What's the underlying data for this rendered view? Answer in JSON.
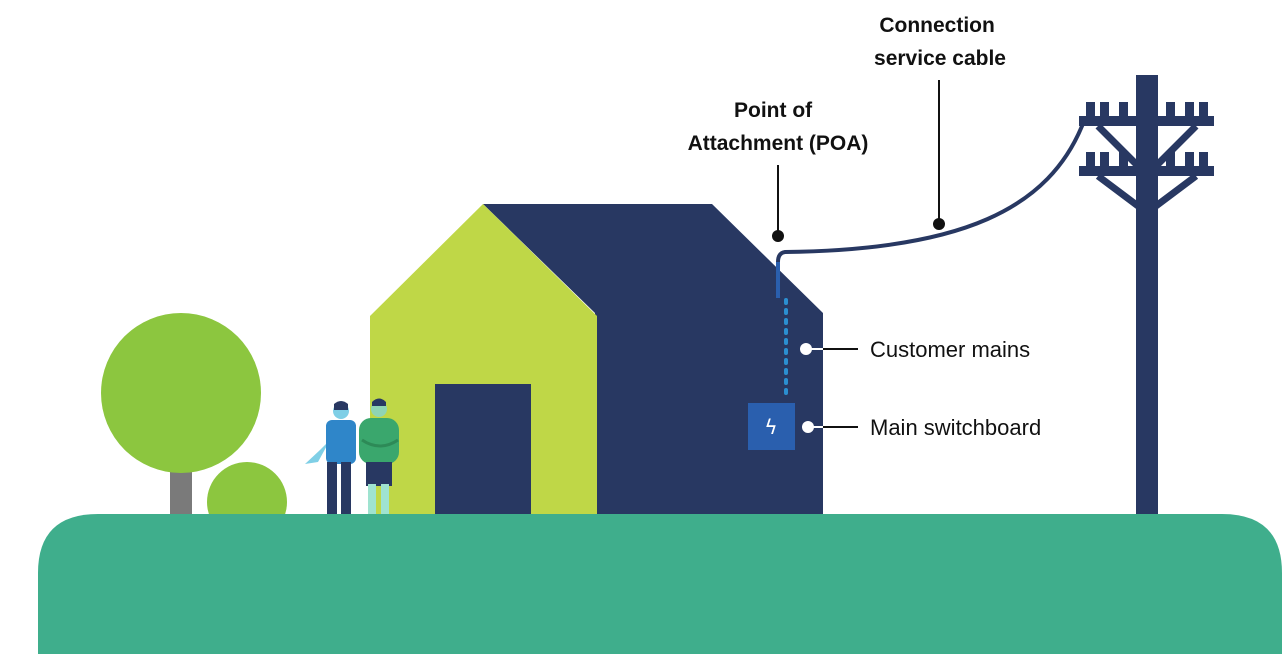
{
  "labels": {
    "connection_service_cable": [
      "Connection",
      "service cable"
    ],
    "point_of_attachment": [
      "Point of",
      "Attachment (POA)"
    ],
    "customer_mains": "Customer mains",
    "main_switchboard": "Main switchboard"
  },
  "switchboard_symbol": "ϟ",
  "colors": {
    "ground": "#3fae8c",
    "house_dark": "#283862",
    "house_light": "#bfd747",
    "pole": "#283862",
    "cable": "#283862",
    "customer_mains_dots": "#2b8fd1",
    "switchboard": "#2a5fae",
    "tree_foliage": "#8cc63f",
    "tree_trunk": "#7a7a7a",
    "person_blue": "#2f86c9",
    "person_green": "#3aa76d",
    "leader_line": "#111111"
  }
}
